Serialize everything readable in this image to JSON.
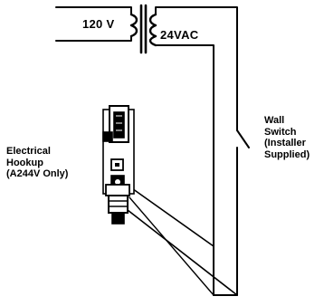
{
  "diagram": {
    "primary_voltage": "120 V",
    "secondary_voltage": "24VAC",
    "hookup_label": [
      "Electrical",
      "Hookup",
      "(A244V Only)"
    ],
    "switch_label": [
      "Wall",
      "Switch",
      "(Installer",
      "Supplied)"
    ]
  },
  "colors": {
    "line": "#000000",
    "background": "#ffffff"
  }
}
